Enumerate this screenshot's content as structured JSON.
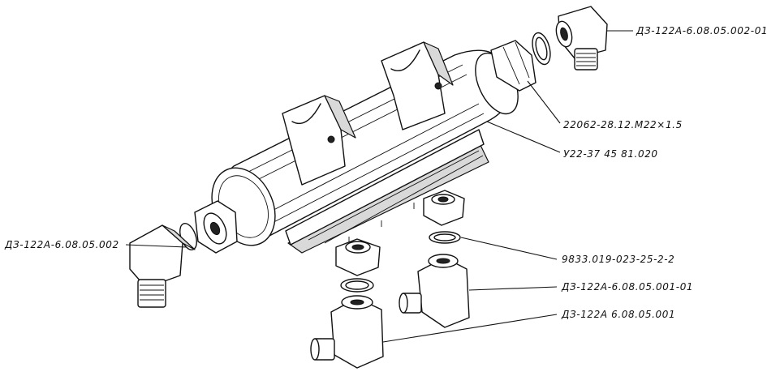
{
  "labels": {
    "elbow_top_right": "ДЗ-122А-6.08.05.002-01",
    "nut_thread": "22062-28.12.М22×1.5",
    "body": "У22-37 45 81.020",
    "elbow_left": "ДЗ-122А-6.08.05.002",
    "o_ring": "9833.019-023-25-2-2",
    "elbow_bottom_mid": "ДЗ-122А-6.08.05.001-01",
    "elbow_bottom": "ДЗ-122А 6.08.05.001"
  }
}
